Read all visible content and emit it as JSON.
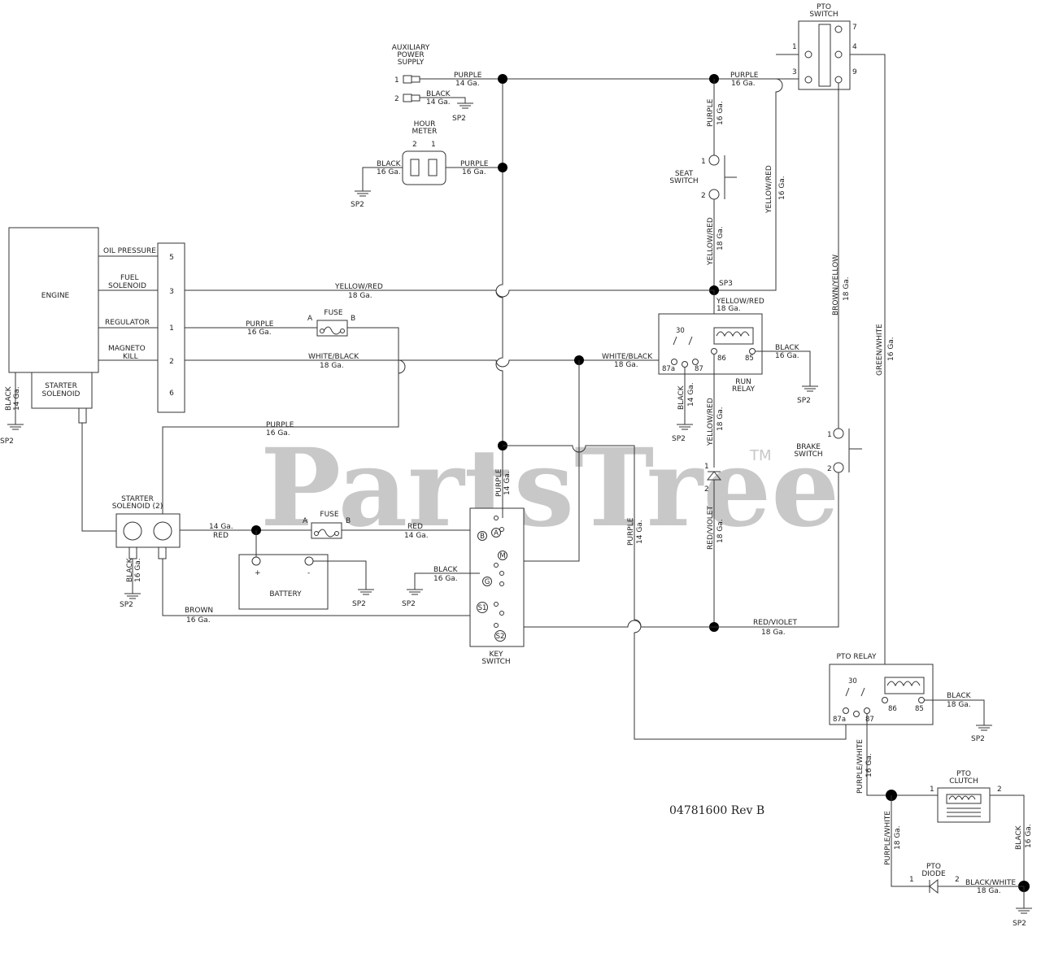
{
  "watermark": {
    "text": "PartsTree",
    "tm": "TM"
  },
  "doc_number": "04781600 Rev  B",
  "components": {
    "engine": "ENGINE",
    "starter_solenoid_engine": [
      "STARTER",
      "SOLENOID"
    ],
    "engine_terminals": [
      "OIL PRESSURE",
      "FUEL",
      "SOLENOID",
      "REGULATOR",
      "MAGNETO",
      "KILL"
    ],
    "engine_pins": [
      "5",
      "3",
      "1",
      "2",
      "6"
    ],
    "aux_power": [
      "AUXILIARY",
      "POWER",
      "SUPPLY"
    ],
    "hour_meter": [
      "HOUR",
      "METER"
    ],
    "hour_meter_pins": [
      "2",
      "1"
    ],
    "pto_switch": [
      "PTO",
      "SWITCH"
    ],
    "pto_switch_pins": [
      "1",
      "3",
      "7",
      "4",
      "9"
    ],
    "seat_switch": [
      "SEAT",
      "SWITCH"
    ],
    "run_relay": [
      "RUN",
      "RELAY"
    ],
    "brake_switch": [
      "BRAKE",
      "SWITCH"
    ],
    "fuse": "FUSE",
    "starter_solenoid2": [
      "STARTER",
      "SOLENOID (2)"
    ],
    "battery": "BATTERY",
    "key_switch": [
      "KEY",
      "SWITCH"
    ],
    "key_terminals": [
      "B",
      "A",
      "M",
      "G",
      "S1",
      "S2"
    ],
    "pto_relay": "PTO RELAY",
    "pto_clutch": [
      "PTO",
      "CLUTCH"
    ],
    "pto_diode": [
      "PTO",
      "DIODE"
    ],
    "relay_pins": [
      "30",
      "87a",
      "87",
      "86",
      "85"
    ],
    "sp2": "SP2",
    "sp3": "SP3",
    "plus": "+",
    "minus": "-",
    "pin1": "1",
    "pin2": "2",
    "a": "A",
    "b": "B"
  },
  "wires": {
    "purple": "PURPLE",
    "black": "BLACK",
    "yellow_red": "YELLOW/RED",
    "white_black": "WHITE/BLACK",
    "red": "RED",
    "brown": "BROWN",
    "red_violet": "RED/VIOLET",
    "brown_yellow": "BROWN/YELLOW",
    "green_white": "GREEN/WHITE",
    "purple_white": "PURPLE/WHITE",
    "black_white": "BLACK/WHITE",
    "g14": "14 Ga.",
    "g16": "16 Ga.",
    "g18": "18 Ga."
  }
}
